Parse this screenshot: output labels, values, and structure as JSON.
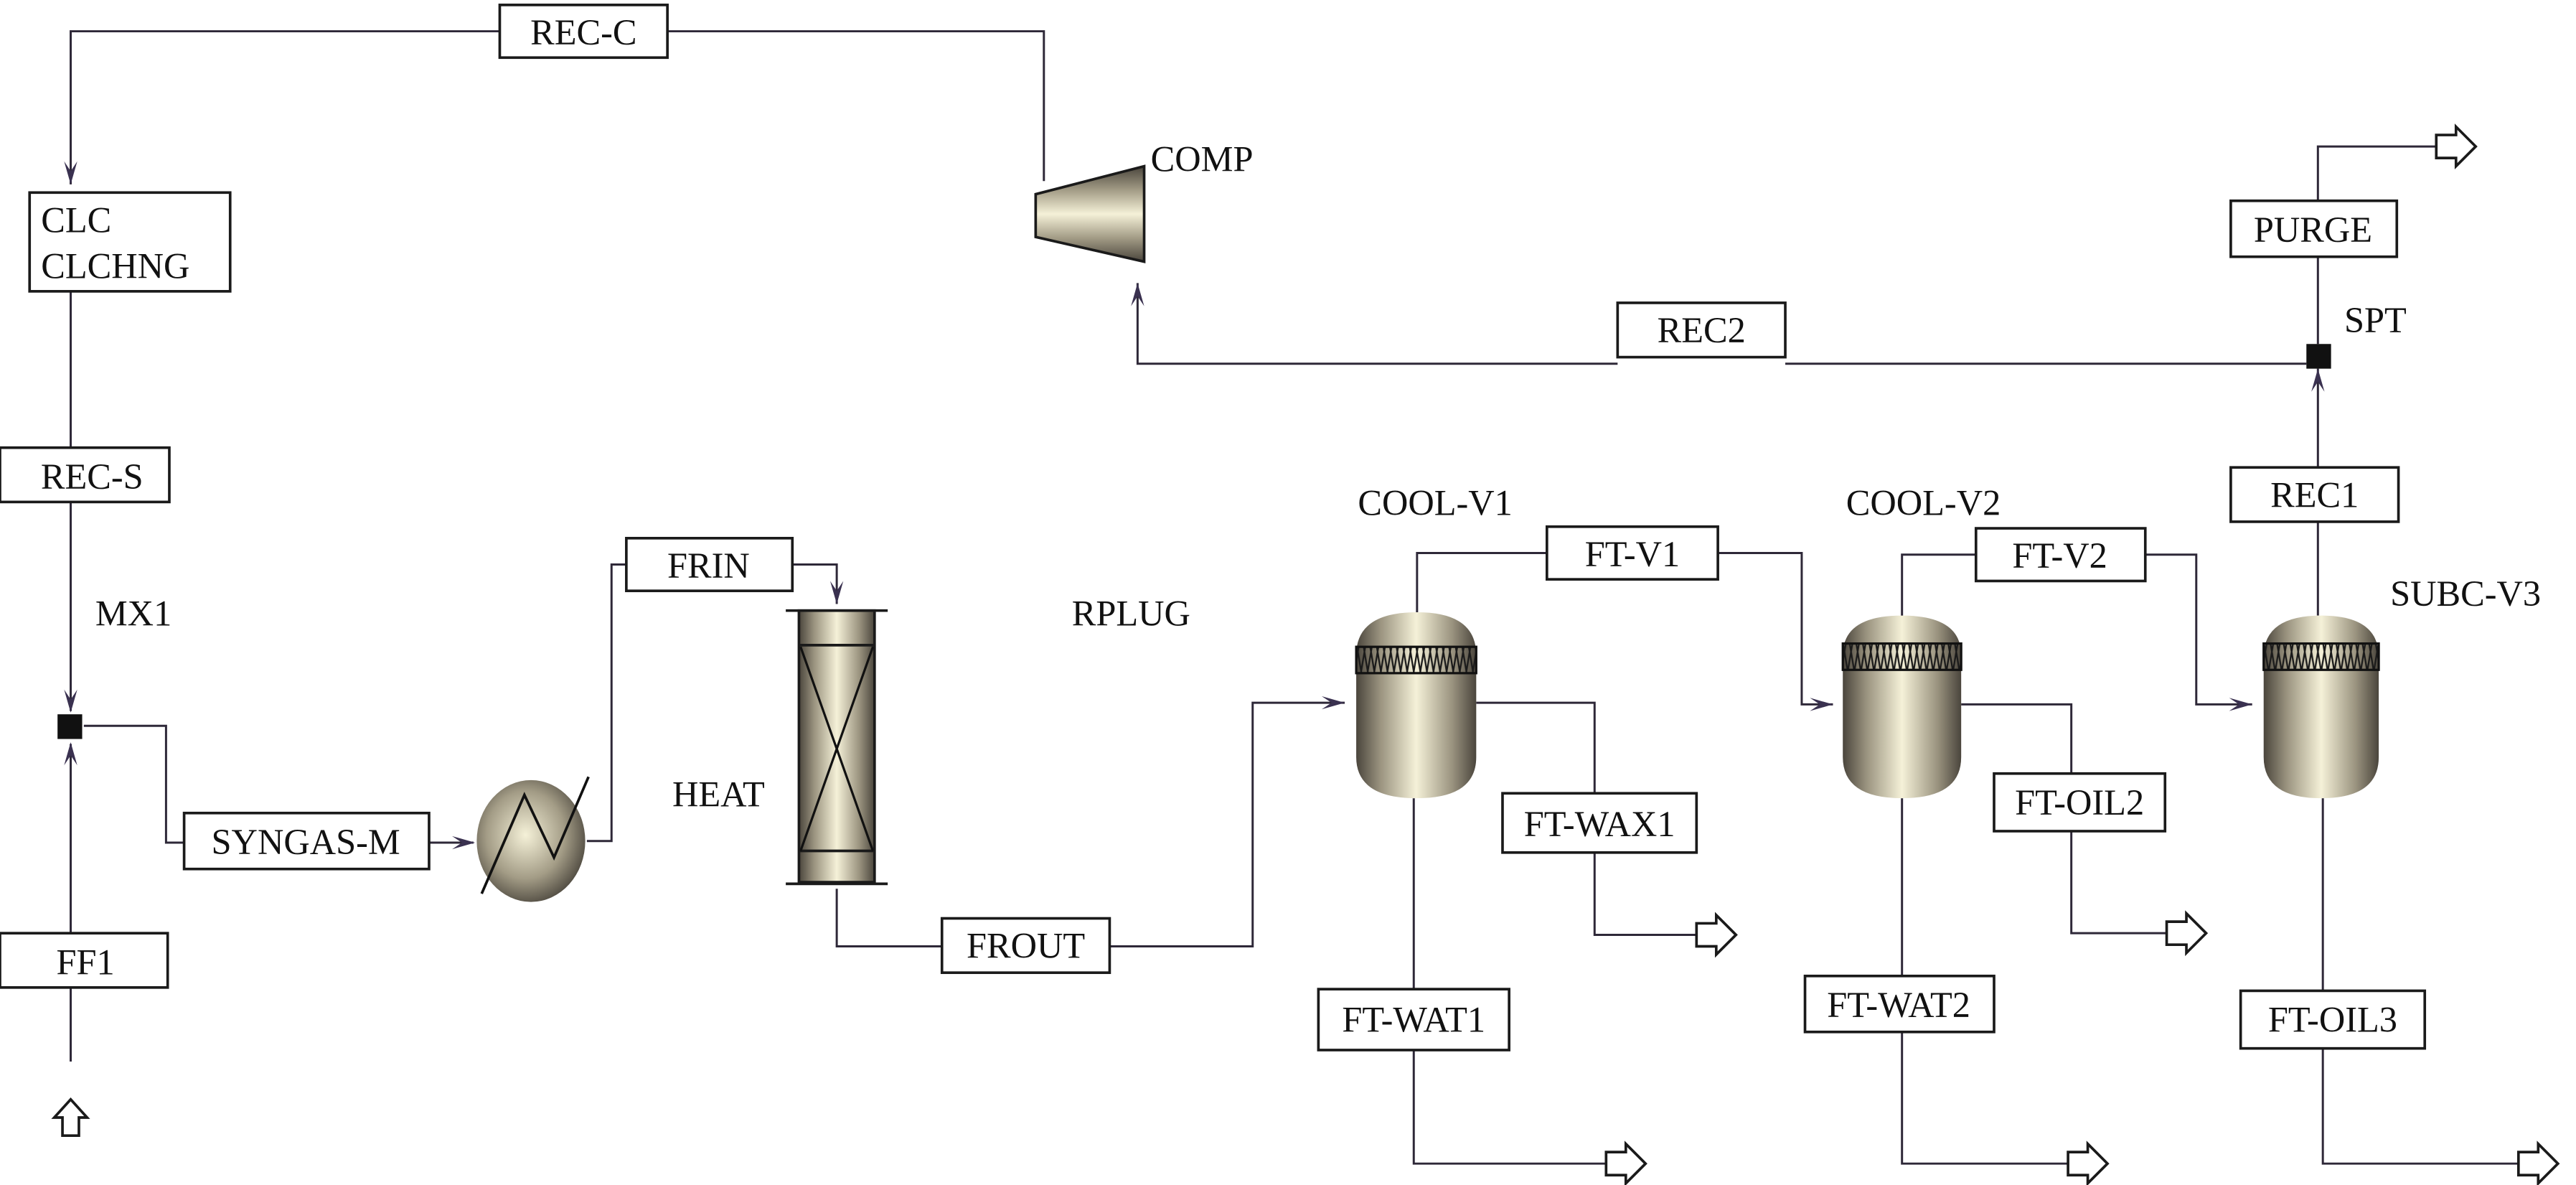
{
  "diagram": {
    "type": "process-flow-diagram",
    "colors": {
      "stream_line": "#2e2838",
      "arrowhead": "#3a3150",
      "equipment_light": "#f5f1d8",
      "equipment_dark": "#4a453c",
      "box_border": "#1a1a1a",
      "background": "#ffffff"
    },
    "blocks": {
      "comp": "COMP",
      "spt": "SPT",
      "mx1": "MX1",
      "heat": "HEAT",
      "rplug": "RPLUG",
      "cool_v1": "COOL-V1",
      "cool_v2": "COOL-V2",
      "subc_v3": "SUBC-V3"
    },
    "streams": {
      "rec_c": "REC-C",
      "clc_line1": "CLC",
      "clc_line2": "CLCHNG",
      "rec_s": "REC-S",
      "ff1": "FF1",
      "syngas_m": "SYNGAS-M",
      "frin": "FRIN",
      "frout": "FROUT",
      "ft_v1": "FT-V1",
      "ft_v2": "FT-V2",
      "ft_wax1": "FT-WAX1",
      "ft_wat1": "FT-WAT1",
      "ft_oil2": "FT-OIL2",
      "ft_wat2": "FT-WAT2",
      "ft_oil3": "FT-OIL3",
      "rec1": "REC1",
      "rec2": "REC2",
      "purge": "PURGE"
    }
  }
}
